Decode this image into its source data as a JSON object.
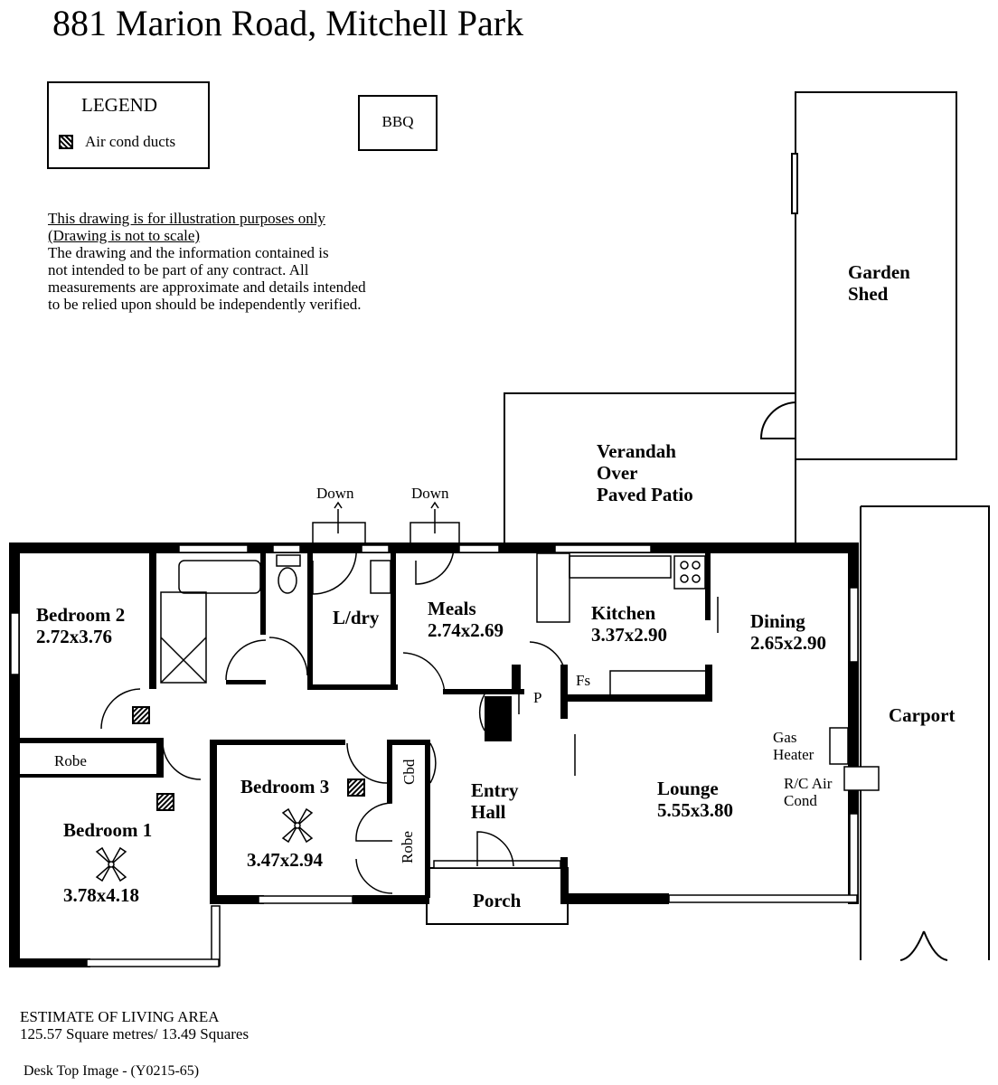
{
  "title": "881 Marion Road, Mitchell Park",
  "legend": {
    "heading": "LEGEND",
    "item": "Air cond ducts"
  },
  "bbq": "BBQ",
  "disclaimer": {
    "line1": "This drawing is for illustration purposes only",
    "line2": "(Drawing is not to scale)",
    "line3": "The drawing and the information contained is",
    "line4": "not intended to be part of any contract.  All",
    "line5": "measurements are approximate and details intended",
    "line6": "to be relied upon should be independently verified."
  },
  "rooms": {
    "garden_shed": [
      "Garden",
      "Shed"
    ],
    "verandah": [
      "Verandah",
      "Over",
      "Paved Patio"
    ],
    "bedroom2": {
      "name": "Bedroom 2",
      "size": "2.72x3.76"
    },
    "ldry": "L/dry",
    "meals": {
      "name": "Meals",
      "size": "2.74x2.69"
    },
    "kitchen": {
      "name": "Kitchen",
      "size": "3.37x2.90"
    },
    "dining": {
      "name": "Dining",
      "size": "2.65x2.90"
    },
    "carport": "Carport",
    "robe": "Robe",
    "bedroom1": {
      "name": "Bedroom 1",
      "size": "3.78x4.18"
    },
    "bedroom3": {
      "name": "Bedroom 3",
      "size": "3.47x2.94"
    },
    "entry": [
      "Entry",
      "Hall"
    ],
    "lounge": {
      "name": "Lounge",
      "size": "5.55x3.80"
    },
    "porch": "Porch"
  },
  "labels": {
    "down1": "Down",
    "down2": "Down",
    "cbd": "Cbd",
    "p": "P",
    "fs": "Fs",
    "robe_small": "Robe",
    "gas": [
      "Gas",
      "Heater"
    ],
    "aircon": [
      "R/C Air",
      "Cond"
    ]
  },
  "living_area": {
    "heading": "ESTIMATE OF LIVING AREA",
    "value": "125.57 Square metres/  13.49 Squares"
  },
  "footer": "Desk Top Image - (Y0215-65)"
}
